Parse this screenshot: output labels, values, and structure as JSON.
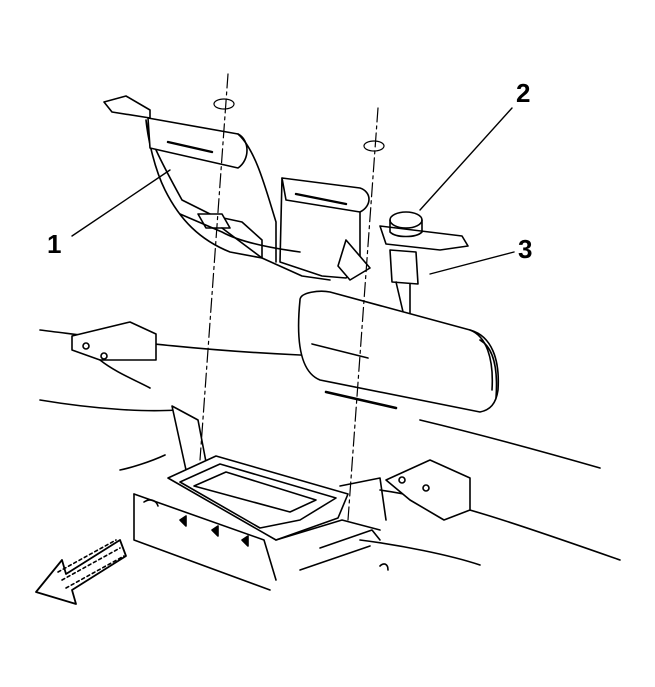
{
  "callouts": [
    {
      "id": "1",
      "label": "1"
    },
    {
      "id": "2",
      "label": "2"
    },
    {
      "id": "3",
      "label": "3"
    }
  ],
  "colors": {
    "line": "#000000",
    "background": "#ffffff"
  },
  "icons": [
    "direction-arrow-icon"
  ]
}
